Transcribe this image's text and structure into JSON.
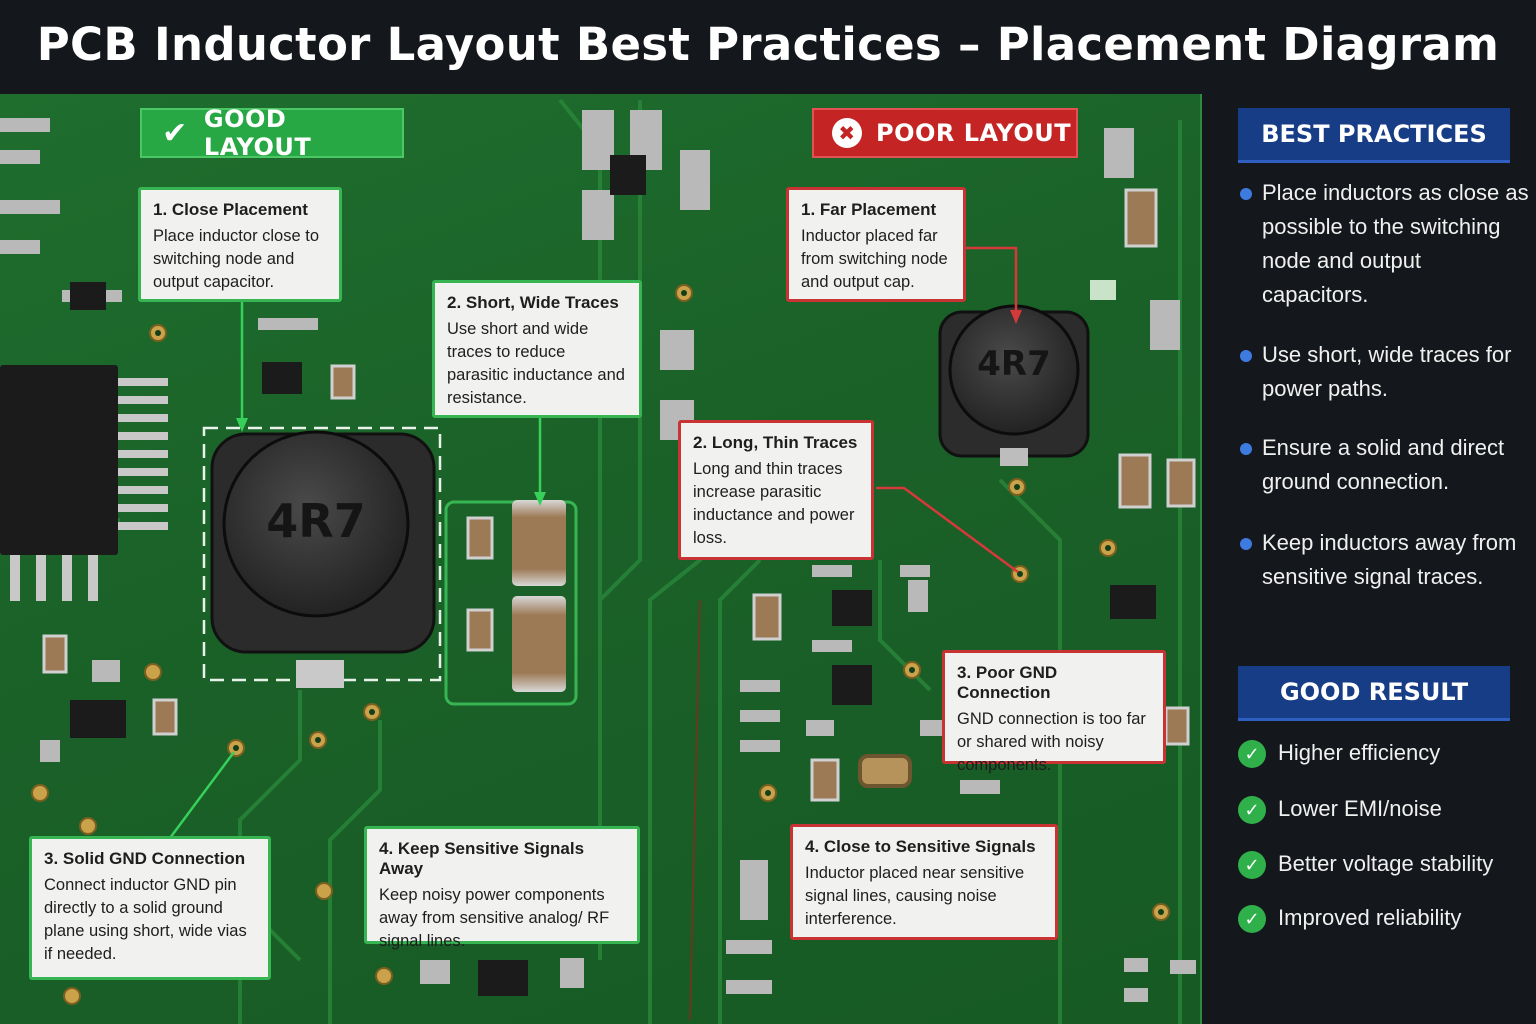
{
  "title": "PCB Inductor Layout Best Practices – Placement Diagram",
  "good_layout": {
    "label": "GOOD LAYOUT",
    "inductor_marking": "4R7",
    "cards": [
      {
        "heading": "1. Close Placement",
        "body": "Place inductor close to switching node and output capacitor."
      },
      {
        "heading": "2. Short, Wide Traces",
        "body": "Use short and wide traces to reduce parasitic inductance and resistance."
      },
      {
        "heading": "3. Solid GND Connection",
        "body": "Connect inductor GND pin directly to a solid ground plane using short, wide vias if needed."
      },
      {
        "heading": "4. Keep Sensitive Signals Away",
        "body": "Keep noisy power components away from sensitive analog/ RF signal lines."
      }
    ]
  },
  "poor_layout": {
    "label": "POOR LAYOUT",
    "inductor_marking": "4R7",
    "cards": [
      {
        "heading": "1. Far Placement",
        "body": "Inductor placed far from switching node and output cap."
      },
      {
        "heading": "2. Long, Thin Traces",
        "body": "Long and thin traces increase parasitic inductance and power loss."
      },
      {
        "heading": "3. Poor GND Connection",
        "body": "GND connection is too far or shared with noisy components."
      },
      {
        "heading": "4. Close to Sensitive Signals",
        "body": "Inductor placed near sensitive signal lines, causing noise interference."
      }
    ]
  },
  "best_practices": {
    "heading": "BEST PRACTICES",
    "items": [
      "Place inductors as close as possible to the switching node and output capacitors.",
      "Use short, wide traces for power paths.",
      "Ensure a solid and direct ground connection.",
      "Keep inductors away from sensitive signal traces."
    ]
  },
  "good_result": {
    "heading": "GOOD RESULT",
    "items": [
      "Higher efficiency",
      "Lower EMI/noise",
      "Better voltage stability",
      "Improved reliability"
    ]
  },
  "colors": {
    "good": "#27a844",
    "poor": "#c42424",
    "panel_heading": "#173d86",
    "board": "#1a6128"
  }
}
